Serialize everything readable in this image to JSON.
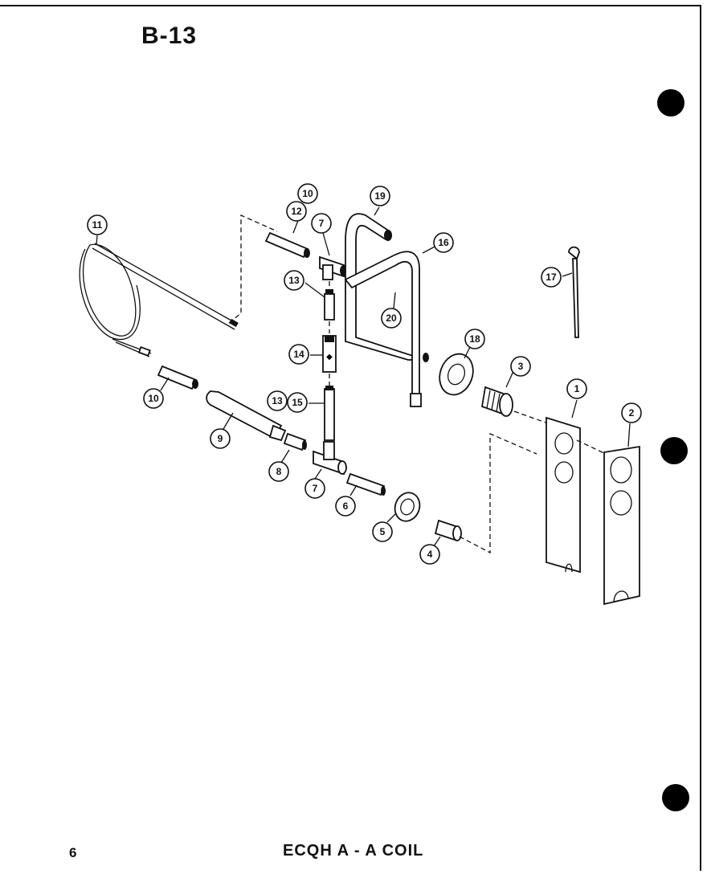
{
  "page": {
    "title": "B-13",
    "page_number": "6",
    "caption": "ECQH A - A COIL"
  },
  "callouts": {
    "c1": "1",
    "c2": "2",
    "c3": "3",
    "c4": "4",
    "c5": "5",
    "c6": "6",
    "c7a": "7",
    "c7b": "7",
    "c8": "8",
    "c9": "9",
    "c10a": "10",
    "c10b": "10",
    "c11": "11",
    "c12": "12",
    "c13a": "13",
    "c13b": "13",
    "c14": "14",
    "c15": "15",
    "c16": "16",
    "c17": "17",
    "c18": "18",
    "c19": "19",
    "c20": "20"
  },
  "colors": {
    "ink": "#111111",
    "paper": "#ffffff"
  }
}
